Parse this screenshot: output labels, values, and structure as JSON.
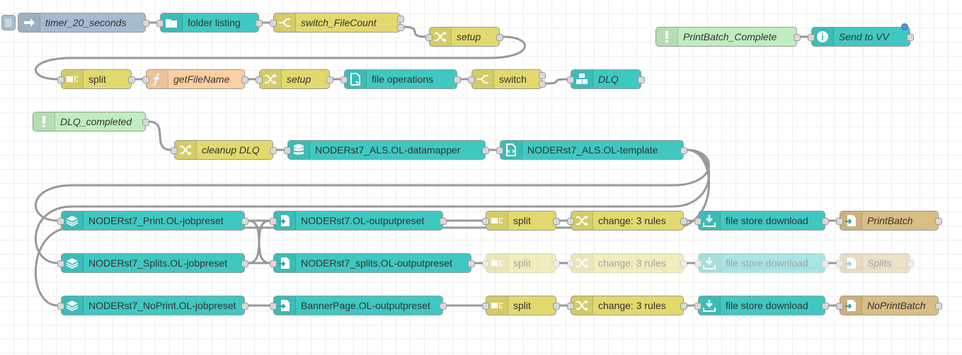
{
  "colors": {
    "inject": "#a6bbcf",
    "function_yellow": "#e2d96e",
    "teal": "#3fc8c2",
    "status_green": "#c0edc0",
    "orange": "#fdd0a2",
    "tan": "#d8bd84",
    "wire": "#999999"
  },
  "nodes": [
    {
      "id": "n1",
      "label": "timer_20_seconds",
      "italic": true,
      "type": "inject",
      "color": "#a6bbcf",
      "icon": "arrow-in-icon",
      "in": false,
      "out": 1,
      "button": true
    },
    {
      "id": "n2",
      "label": "folder listing",
      "italic": false,
      "type": "folder",
      "color": "#3fc8c2",
      "icon": "folder-icon",
      "in": true,
      "out": 1
    },
    {
      "id": "n3",
      "label": "switch_FileCount",
      "italic": true,
      "type": "switch",
      "color": "#e2d96e",
      "icon": "switch-icon",
      "in": true,
      "out": 2
    },
    {
      "id": "n4",
      "label": "setup",
      "italic": true,
      "type": "change",
      "color": "#e2d96e",
      "icon": "shuffle-icon",
      "in": true,
      "out": 1
    },
    {
      "id": "n5",
      "label": "PrintBatch_Complete",
      "italic": true,
      "type": "complete",
      "color": "#c0edc0",
      "icon": "exclamation-icon",
      "in": false,
      "out": 1
    },
    {
      "id": "n6",
      "label": "Send to VV",
      "italic": true,
      "type": "info",
      "color": "#3fc8c2",
      "icon": "info-icon",
      "in": true,
      "out": 1,
      "status": true
    },
    {
      "id": "n7",
      "label": "split",
      "italic": false,
      "type": "split",
      "color": "#e2d96e",
      "icon": "split-icon",
      "in": true,
      "out": 1
    },
    {
      "id": "n8",
      "label": "getFileName",
      "italic": true,
      "type": "function",
      "color": "#fdd0a2",
      "icon": "function-icon",
      "in": true,
      "out": 1
    },
    {
      "id": "n9",
      "label": "setup",
      "italic": true,
      "type": "change",
      "color": "#e2d96e",
      "icon": "shuffle-icon",
      "in": true,
      "out": 1
    },
    {
      "id": "n10",
      "label": "file operations",
      "italic": false,
      "type": "fileop",
      "color": "#3fc8c2",
      "icon": "file-icon",
      "in": true,
      "out": 1
    },
    {
      "id": "n11",
      "label": "switch",
      "italic": false,
      "type": "switch",
      "color": "#e2d96e",
      "icon": "switch-icon",
      "in": true,
      "out": 2
    },
    {
      "id": "n12",
      "label": "DLQ",
      "italic": true,
      "type": "link",
      "color": "#3fc8c2",
      "icon": "boxes-icon",
      "in": true,
      "out": 1
    },
    {
      "id": "n13",
      "label": "DLQ_completed",
      "italic": true,
      "type": "complete",
      "color": "#c0edc0",
      "icon": "exclamation-icon",
      "in": false,
      "out": 1
    },
    {
      "id": "n14",
      "label": "cleanup DLQ",
      "italic": true,
      "type": "change",
      "color": "#e2d96e",
      "icon": "shuffle-icon",
      "in": true,
      "out": 1
    },
    {
      "id": "n15",
      "label": "NODERst7_ALS.OL-datamapper",
      "italic": false,
      "type": "datamapper",
      "color": "#3fc8c2",
      "icon": "database-icon",
      "in": true,
      "out": 1
    },
    {
      "id": "n16",
      "label": "NODERst7_ALS.OL-template",
      "italic": false,
      "type": "template",
      "color": "#3fc8c2",
      "icon": "template-icon",
      "in": true,
      "out": 1
    },
    {
      "id": "n17",
      "label": "NODERst7_Print.OL-jobpreset",
      "italic": false,
      "type": "jobpreset",
      "color": "#3fc8c2",
      "icon": "layers-icon",
      "in": true,
      "out": 1
    },
    {
      "id": "n18",
      "label": "NODERst7.OL-outputpreset",
      "italic": false,
      "type": "outputpreset",
      "color": "#3fc8c2",
      "icon": "output-file-icon",
      "in": true,
      "out": 1
    },
    {
      "id": "n19",
      "label": "split",
      "italic": false,
      "type": "split",
      "color": "#e2d96e",
      "icon": "split-icon",
      "in": true,
      "out": 1
    },
    {
      "id": "n20",
      "label": "change: 3 rules",
      "italic": false,
      "type": "change",
      "color": "#e2d96e",
      "icon": "shuffle-icon",
      "in": true,
      "out": 1
    },
    {
      "id": "n21",
      "label": "file store download",
      "italic": false,
      "type": "download",
      "color": "#3fc8c2",
      "icon": "download-icon",
      "in": true,
      "out": 1
    },
    {
      "id": "n22",
      "label": "PrintBatch",
      "italic": true,
      "type": "linkout",
      "color": "#d8bd84",
      "icon": "output-file-icon",
      "in": true,
      "out": 1
    },
    {
      "id": "n23",
      "label": "NODERst7_Splits.OL-jobpreset",
      "italic": false,
      "type": "jobpreset",
      "color": "#3fc8c2",
      "icon": "layers-icon",
      "in": true,
      "out": 1
    },
    {
      "id": "n24",
      "label": "NODERst7_splits.OL-outputpreset",
      "italic": false,
      "type": "outputpreset",
      "color": "#3fc8c2",
      "icon": "output-file-icon",
      "in": true,
      "out": 1
    },
    {
      "id": "n25",
      "label": "split",
      "italic": false,
      "type": "split",
      "color": "#e2d96e",
      "icon": "split-icon",
      "in": true,
      "out": 1,
      "disabled": true
    },
    {
      "id": "n26",
      "label": "change: 3 rules",
      "italic": false,
      "type": "change",
      "color": "#e2d96e",
      "icon": "shuffle-icon",
      "in": true,
      "out": 1,
      "disabled": true
    },
    {
      "id": "n27",
      "label": "file store download",
      "italic": false,
      "type": "download",
      "color": "#3fc8c2",
      "icon": "download-icon",
      "in": true,
      "out": 1,
      "disabled": true
    },
    {
      "id": "n28",
      "label": "Splits",
      "italic": true,
      "type": "linkout",
      "color": "#d8bd84",
      "icon": "output-file-icon",
      "in": true,
      "out": 1,
      "disabled": true
    },
    {
      "id": "n29",
      "label": "NODERst7_NoPrint.OL-jobpreset",
      "italic": false,
      "type": "jobpreset",
      "color": "#3fc8c2",
      "icon": "layers-icon",
      "in": true,
      "out": 1
    },
    {
      "id": "n30",
      "label": "BannerPage.OL-outputpreset",
      "italic": false,
      "type": "outputpreset",
      "color": "#3fc8c2",
      "icon": "output-file-icon",
      "in": true,
      "out": 1
    },
    {
      "id": "n31",
      "label": "split",
      "italic": false,
      "type": "split",
      "color": "#e2d96e",
      "icon": "split-icon",
      "in": true,
      "out": 1
    },
    {
      "id": "n32",
      "label": "change: 3 rules",
      "italic": false,
      "type": "change",
      "color": "#e2d96e",
      "icon": "shuffle-icon",
      "in": true,
      "out": 1
    },
    {
      "id": "n33",
      "label": "file store download",
      "italic": false,
      "type": "download",
      "color": "#3fc8c2",
      "icon": "download-icon",
      "in": true,
      "out": 1
    },
    {
      "id": "n34",
      "label": "NoPrintBatch",
      "italic": true,
      "type": "linkout",
      "color": "#d8bd84",
      "icon": "output-file-icon",
      "in": true,
      "out": 1
    }
  ],
  "wires": [
    [
      "n1",
      "n2"
    ],
    [
      "n2",
      "n3"
    ],
    [
      "n3",
      "n4"
    ],
    [
      "n4",
      "n7"
    ],
    [
      "n7",
      "n8"
    ],
    [
      "n8",
      "n9"
    ],
    [
      "n9",
      "n10"
    ],
    [
      "n10",
      "n11"
    ],
    [
      "n11",
      "n12"
    ],
    [
      "n5",
      "n6"
    ],
    [
      "n13",
      "n14"
    ],
    [
      "n14",
      "n15"
    ],
    [
      "n15",
      "n16"
    ],
    [
      "n16",
      "n17"
    ],
    [
      "n16",
      "n23"
    ],
    [
      "n16",
      "n29"
    ],
    [
      "n17",
      "n18"
    ],
    [
      "n18",
      "n19"
    ],
    [
      "n19",
      "n20"
    ],
    [
      "n20",
      "n21"
    ],
    [
      "n21",
      "n22"
    ],
    [
      "n17",
      "n24"
    ],
    [
      "n23",
      "n18"
    ],
    [
      "n23",
      "n24"
    ],
    [
      "n24",
      "n25"
    ],
    [
      "n25",
      "n26"
    ],
    [
      "n26",
      "n27"
    ],
    [
      "n27",
      "n28"
    ],
    [
      "n29",
      "n30"
    ],
    [
      "n30",
      "n31"
    ],
    [
      "n31",
      "n32"
    ],
    [
      "n32",
      "n33"
    ],
    [
      "n33",
      "n34"
    ]
  ]
}
